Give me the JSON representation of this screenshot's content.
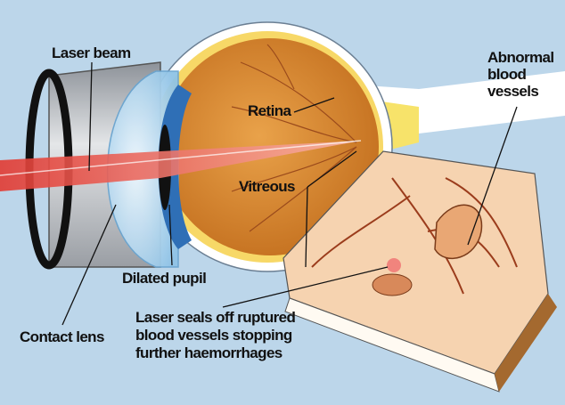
{
  "labels": {
    "laser_beam": "Laser beam",
    "retina": "Retina",
    "abnormal_vessels": [
      "Abnormal",
      "blood",
      "vessels"
    ],
    "vitreous": "Vitreous",
    "dilated_pupil": "Dilated pupil",
    "contact_lens": "Contact lens",
    "laser_seals": [
      "Laser seals off ruptured",
      "blood vessels stopping",
      "further haemorrhages"
    ]
  },
  "colors": {
    "background": "#bcd6ea",
    "eyeball": "#d98a32",
    "laser": "#e8453c",
    "sclera": "#ffffff",
    "optic_nerve": "#f7e36a",
    "tissue": "#f6d3b0"
  }
}
